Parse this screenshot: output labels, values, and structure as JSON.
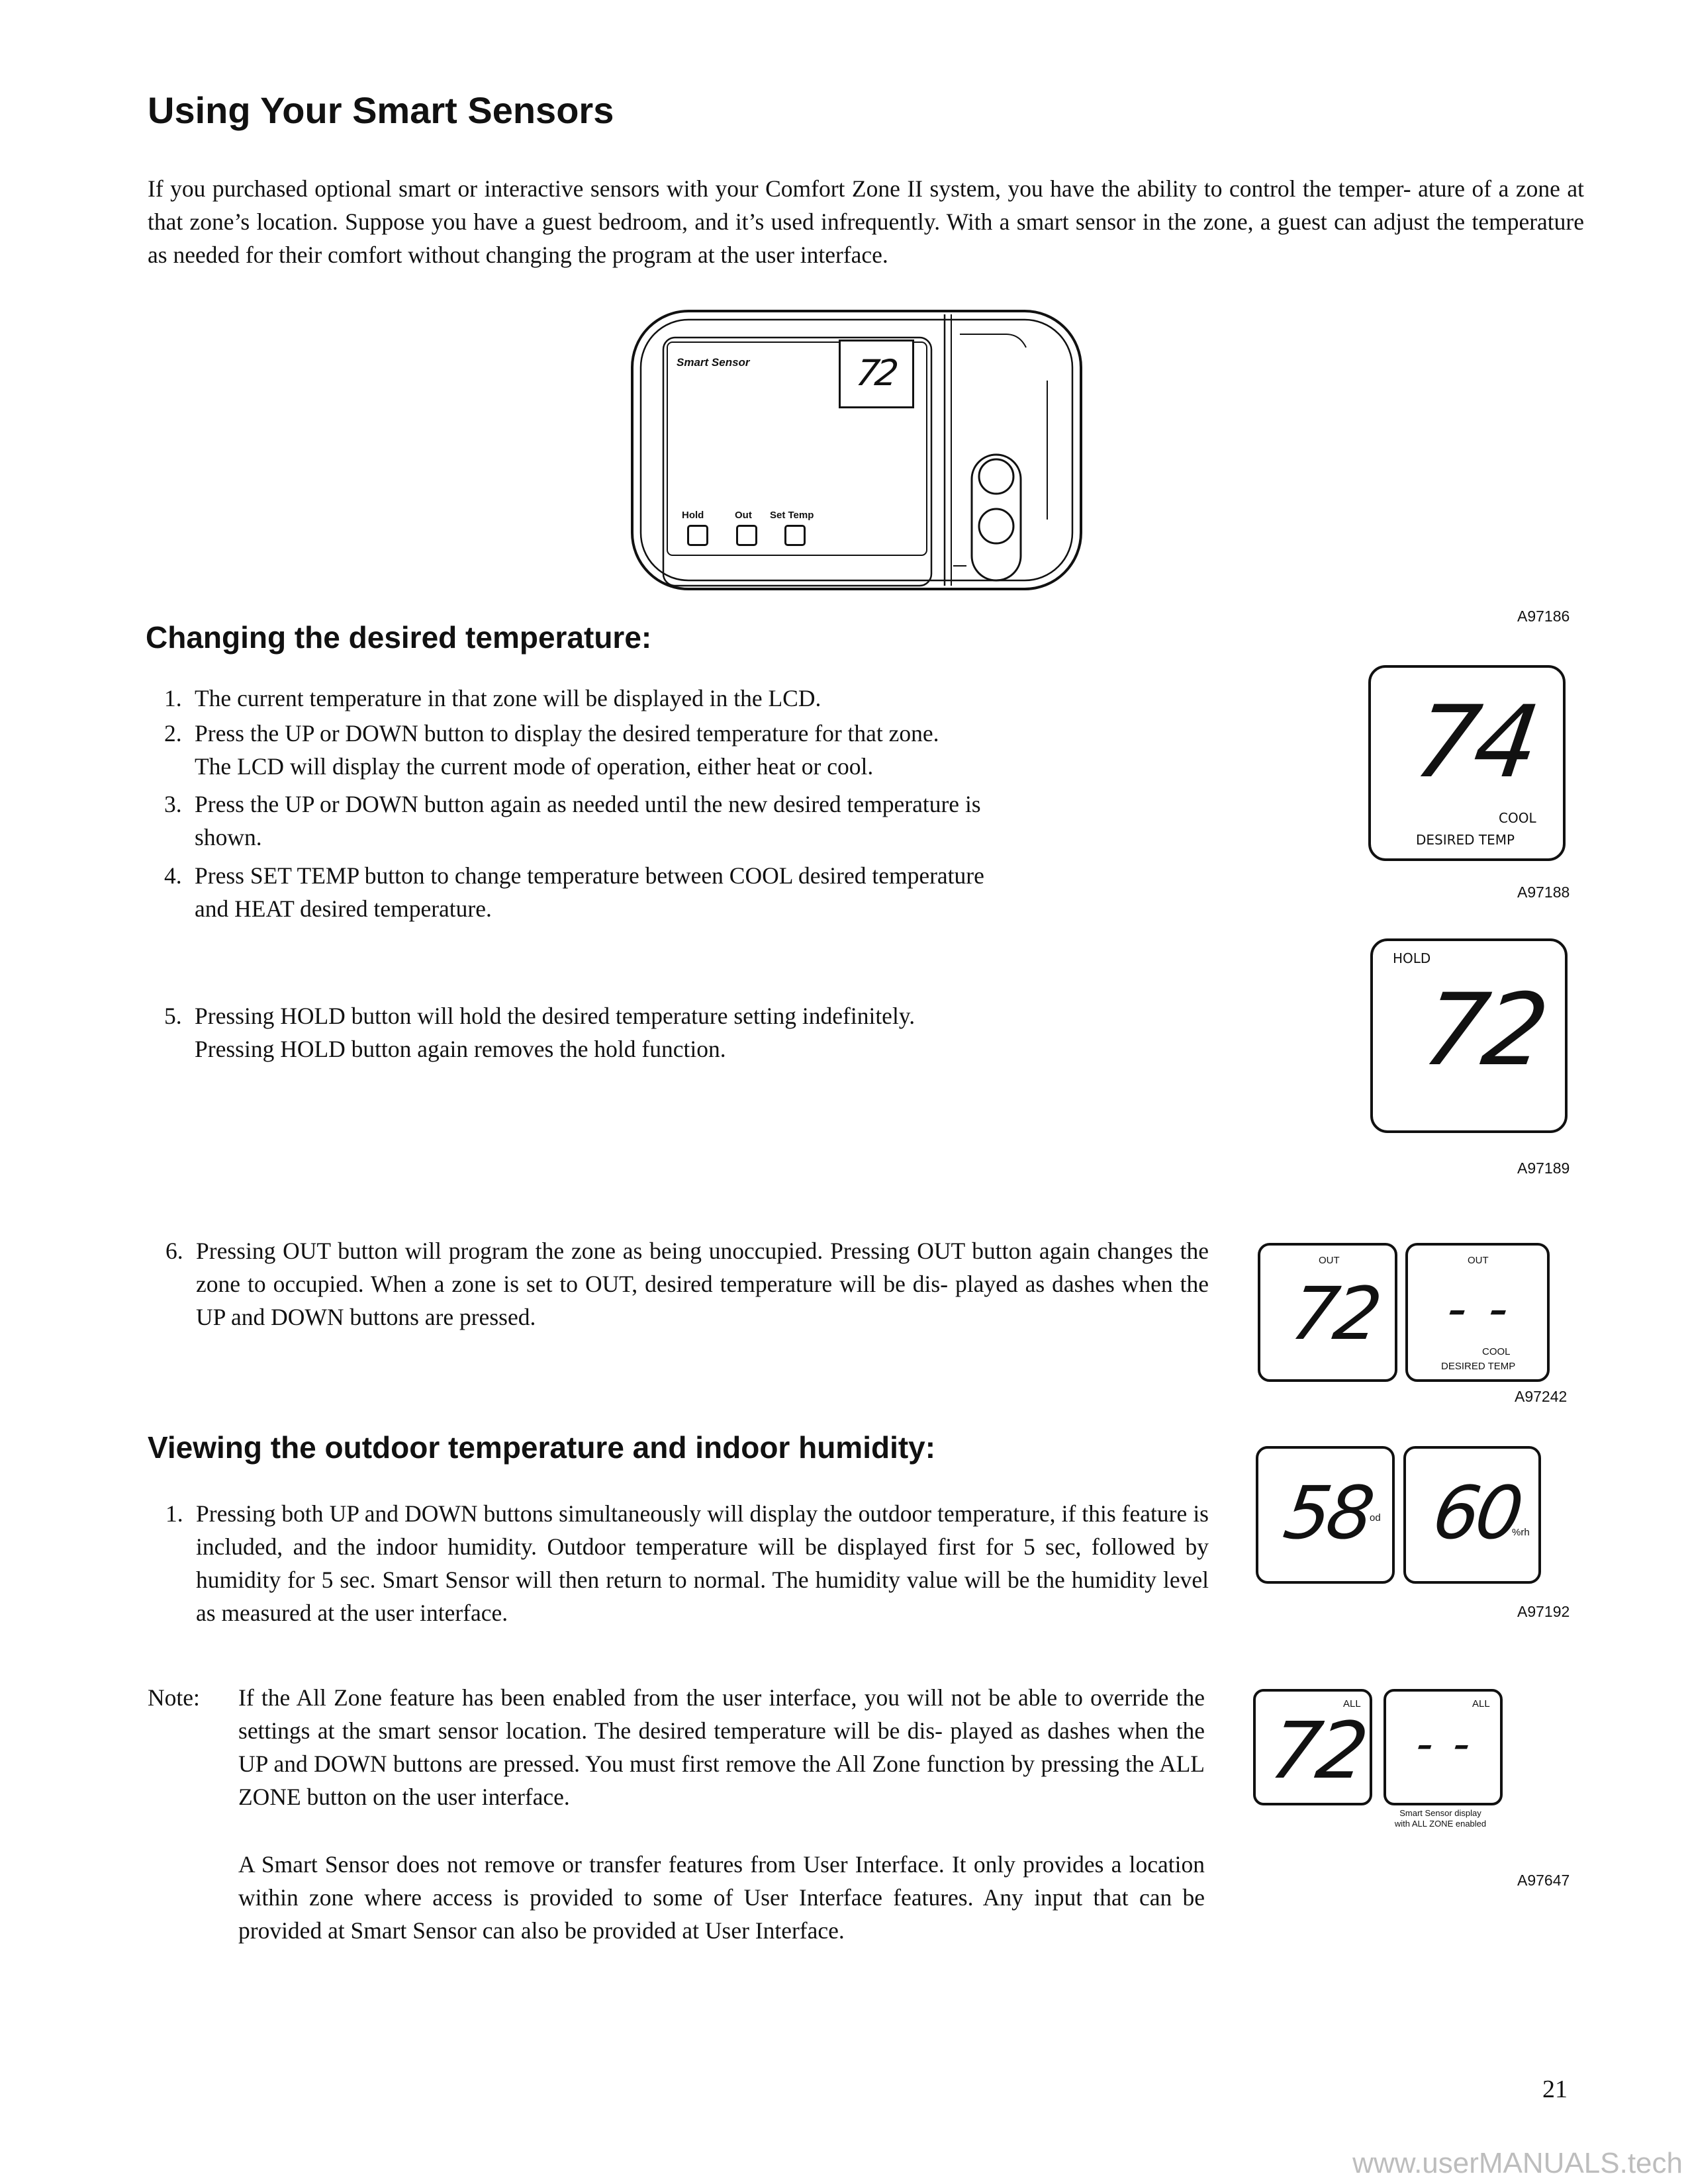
{
  "title": "Using Your Smart Sensors",
  "intro": "If you purchased optional smart or interactive sensors with your Comfort Zone II system, you have the ability to control the temper- ature of a zone at that zone’s location. Suppose you have a guest bedroom, and it’s used infrequently. With a smart sensor in the zone, a guest can adjust the temperature as needed for their comfort without changing the program at the user interface.",
  "device": {
    "label": "Smart Sensor",
    "display": "72",
    "buttons": [
      "Hold",
      "Out",
      "Set Temp"
    ]
  },
  "figure_ids": {
    "device": "A97186",
    "cool": "A97188",
    "hold": "A97189",
    "out": "A97242",
    "outdoor": "A97192",
    "allzone": "A97647"
  },
  "section1": {
    "heading": "Changing the desired temperature:",
    "steps": [
      {
        "num": "1.",
        "text": "The current temperature in that zone will be displayed in the LCD."
      },
      {
        "num": "2.",
        "line1": "Press the UP or DOWN button to display the desired temperature for that zone.",
        "line2": "The LCD will display the current mode of operation, either heat or cool."
      },
      {
        "num": "3.",
        "line1": "Press the UP or DOWN button again as needed until the new desired temperature is",
        "line2": "shown."
      },
      {
        "num": "4.",
        "line1": "Press SET TEMP button to change temperature between COOL desired temperature",
        "line2": "and HEAT desired temperature."
      },
      {
        "num": "5.",
        "line1": "Pressing HOLD button will hold the desired temperature setting indefinitely.",
        "line2": "Pressing HOLD button again removes the hold function."
      },
      {
        "num": "6.",
        "text": "Pressing OUT button will program the zone as being unoccupied. Pressing OUT button again changes the zone to occupied. When a zone is set to OUT, desired temperature will be dis- played as dashes when the UP and DOWN buttons are pressed."
      }
    ]
  },
  "lcd_cool": {
    "value": "74",
    "mode": "COOL",
    "caption": "DESIRED TEMP"
  },
  "lcd_hold": {
    "badge": "HOLD",
    "value": "72"
  },
  "lcd_out": {
    "left_badge": "OUT",
    "left_value": "72",
    "right_badge": "OUT",
    "right_value": "- -",
    "right_mode": "COOL",
    "right_caption": "DESIRED TEMP"
  },
  "section2": {
    "heading": "Viewing the outdoor temperature and indoor humidity:",
    "step": {
      "num": "1.",
      "text": "Pressing both UP and DOWN buttons simultaneously will display the outdoor temperature, if this feature is included, and the indoor humidity. Outdoor temperature will be displayed first for 5 sec, followed by humidity for 5 sec. Smart Sensor will then return to normal. The humidity value will be the humidity level as measured at the user interface."
    }
  },
  "lcd_outdoor": {
    "temp": "58",
    "temp_unit": "od",
    "humidity": "60",
    "humidity_unit": "%rh"
  },
  "note": {
    "label": "Note:",
    "para1": "If the All Zone feature has been enabled from the user interface, you will not be able to override the settings at the smart sensor location. The desired temperature will be dis- played as dashes when the UP and DOWN buttons are pressed. You must first remove the All Zone function by pressing the ALL ZONE button on the user interface.",
    "para2": "A Smart Sensor does not remove or transfer features from User Interface. It only provides a location within zone where access is provided to some of User Interface features. Any input that can be provided at Smart Sensor can also be provided at User Interface."
  },
  "lcd_all": {
    "left_badge": "ALL",
    "left_value": "72",
    "right_badge": "ALL",
    "right_value": "- -",
    "caption_line1": "Smart Sensor display",
    "caption_line2": "with ALL ZONE enabled"
  },
  "page_number": "21",
  "watermark": "www.userMANUALS.tech"
}
